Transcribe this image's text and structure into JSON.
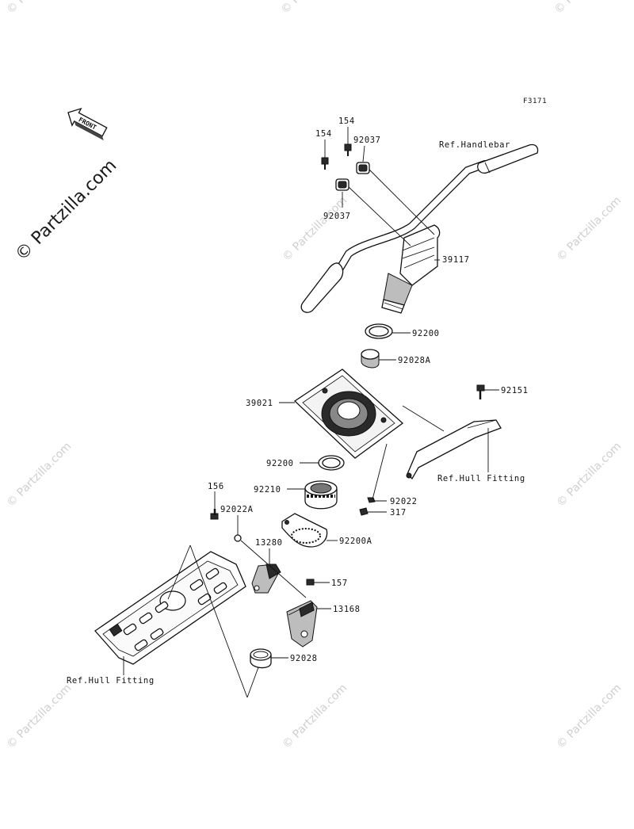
{
  "figure_code": "F3171",
  "watermark": "© Partzilla.com",
  "front_label": "FRONT",
  "refs": {
    "handlebar": "Ref.Handlebar",
    "hull_fitting_right": "Ref.Hull Fitting",
    "hull_fitting_left": "Ref.Hull Fitting"
  },
  "parts": {
    "p154a": "154",
    "p154b": "154",
    "p92037a": "92037",
    "p92037b": "92037",
    "p39117": "39117",
    "p92200a": "92200",
    "p92028A": "92028A",
    "p39021": "39021",
    "p92151": "92151",
    "p92200b": "92200",
    "p92210": "92210",
    "p92022": "92022",
    "p317": "317",
    "p156": "156",
    "p92022A": "92022A",
    "p92200A": "92200A",
    "p13280": "13280",
    "p157": "157",
    "p13168": "13168",
    "p92028": "92028"
  }
}
